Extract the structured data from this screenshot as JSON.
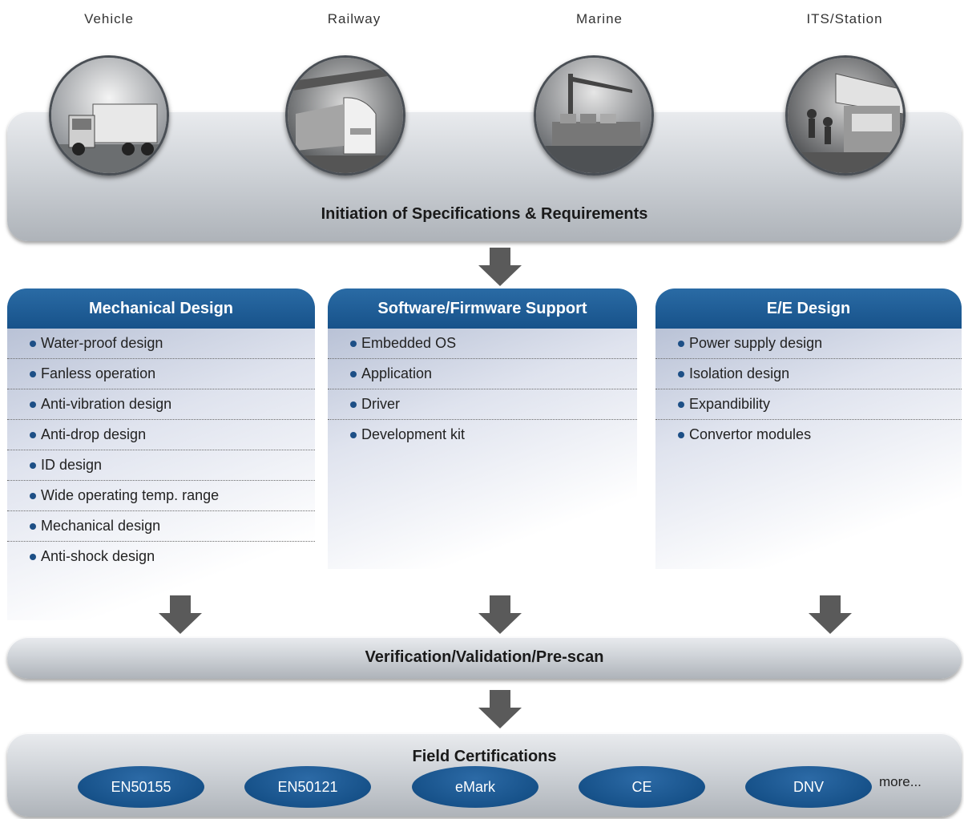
{
  "industries": [
    {
      "label": "Vehicle"
    },
    {
      "label": "Railway"
    },
    {
      "label": "Marine"
    },
    {
      "label": "ITS/Station"
    }
  ],
  "stages": {
    "initiation": "Initiation of Specifications & Requirements",
    "verification": "Verification/Validation/Pre-scan",
    "certifications": "Field Certifications"
  },
  "columns": [
    {
      "title": "Mechanical Design",
      "items": [
        "Water-proof design",
        "Fanless operation",
        "Anti-vibration design",
        "Anti-drop design",
        "ID design",
        "Wide operating temp. range",
        "Mechanical design",
        "Anti-shock design"
      ]
    },
    {
      "title": "Software/Firmware Support",
      "items": [
        "Embedded OS",
        "Application",
        "Driver",
        "Development kit"
      ]
    },
    {
      "title": "E/E Design",
      "items": [
        "Power supply design",
        "Isolation design",
        "Expandibility",
        "Convertor modules"
      ]
    }
  ],
  "certifications": [
    "EN50155",
    "EN50121",
    "eMark",
    "CE",
    "DNV"
  ],
  "more_label": "more...",
  "colors": {
    "header_blue": "#17528a",
    "bar_gray": "#c4c8cd",
    "arrow": "#5a5a5a"
  }
}
